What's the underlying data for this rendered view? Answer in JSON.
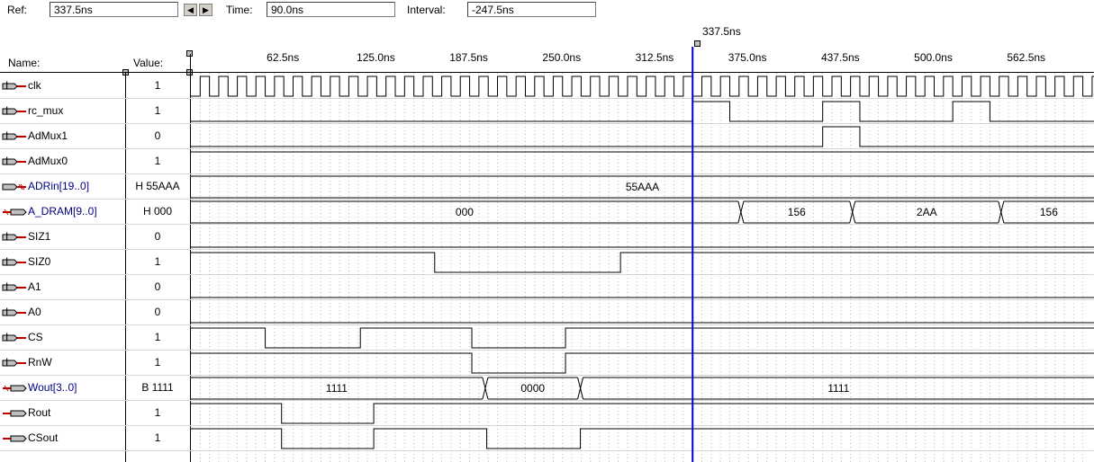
{
  "toolbar": {
    "ref_label": "Ref:",
    "ref_value": "337.5ns",
    "time_label": "Time:",
    "time_value": "90.0ns",
    "interval_label": "Interval:",
    "interval_value": "-247.5ns",
    "prev_glyph": "◀",
    "next_glyph": "▶"
  },
  "header": {
    "name_label": "Name:",
    "value_label": "Value:",
    "cursor_label": "337.5ns"
  },
  "timeline": {
    "ticks": [
      "62.5ns",
      "125.0ns",
      "187.5ns",
      "250.0ns",
      "312.5ns",
      "375.0ns",
      "437.5ns",
      "500.0ns",
      "562.5ns"
    ],
    "ref_time_ns": 337.5,
    "cursor_color": "#0000cc"
  },
  "signals": [
    {
      "name": "clk",
      "value": "1",
      "kind": "input",
      "wave": "clock"
    },
    {
      "name": "rc_mux",
      "value": "1",
      "kind": "input",
      "wave": "bit"
    },
    {
      "name": "AdMux1",
      "value": "0",
      "kind": "input",
      "wave": "bit"
    },
    {
      "name": "AdMux0",
      "value": "1",
      "kind": "input",
      "wave": "bit"
    },
    {
      "name": "ADRin[19..0]",
      "value": "H 55AAA",
      "kind": "bus-input",
      "wave": "bus",
      "bus_values": [
        "55AAA"
      ]
    },
    {
      "name": "A_DRAM[9..0]",
      "value": "H 000",
      "kind": "bus-output",
      "wave": "bus",
      "bus_values": [
        "000",
        "156",
        "2AA",
        "156"
      ]
    },
    {
      "name": "SIZ1",
      "value": "0",
      "kind": "input",
      "wave": "bit"
    },
    {
      "name": "SIZ0",
      "value": "1",
      "kind": "input",
      "wave": "bit"
    },
    {
      "name": "A1",
      "value": "0",
      "kind": "input",
      "wave": "bit"
    },
    {
      "name": "A0",
      "value": "0",
      "kind": "input",
      "wave": "bit"
    },
    {
      "name": "CS",
      "value": "1",
      "kind": "input",
      "wave": "bit"
    },
    {
      "name": "RnW",
      "value": "1",
      "kind": "input",
      "wave": "bit"
    },
    {
      "name": "Wout[3..0]",
      "value": "B 1111",
      "kind": "bus-output",
      "wave": "bus",
      "bus_values": [
        "1111",
        "0000",
        "1111"
      ]
    },
    {
      "name": "Rout",
      "value": "1",
      "kind": "output",
      "wave": "bit"
    },
    {
      "name": "CSout",
      "value": "1",
      "kind": "output",
      "wave": "bit"
    }
  ]
}
